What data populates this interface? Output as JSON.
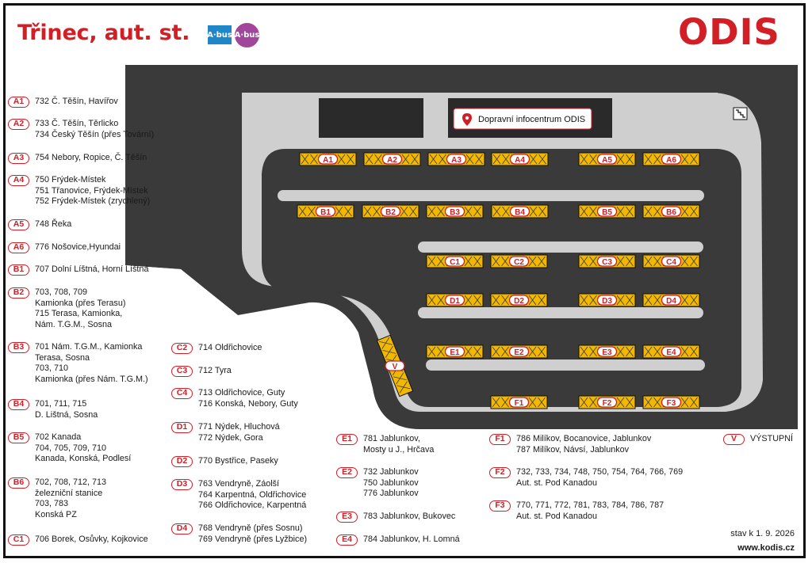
{
  "header": {
    "title": "Třinec, aut. st.",
    "abus_badges": [
      "A·bus",
      "A·bus"
    ],
    "logo": "ODIS"
  },
  "map": {
    "infocentrum_label": "Dopravní infocentrum ODIS",
    "stand_labels": [
      "A1",
      "A2",
      "A3",
      "A4",
      "A5",
      "A6",
      "B1",
      "B2",
      "B3",
      "B4",
      "B5",
      "B6",
      "C1",
      "C2",
      "C3",
      "C4",
      "D1",
      "D2",
      "D3",
      "D4",
      "E1",
      "E2",
      "E3",
      "E4",
      "F1",
      "F2",
      "F3",
      "V"
    ],
    "colors": {
      "road": "#3a3a3a",
      "island": "#cfcfcf",
      "stand": "#f2b800",
      "accent": "#d21f26"
    }
  },
  "legend": [
    {
      "code": "A1",
      "lines": [
        "732  Č. Těšín, Havířov"
      ]
    },
    {
      "code": "A2",
      "lines": [
        "733  Č. Těšín, Těrlicko",
        "734  Český Těšín (přes Tovární)"
      ]
    },
    {
      "code": "A3",
      "lines": [
        "754  Nebory, Ropice, Č. Těšín"
      ]
    },
    {
      "code": "A4",
      "lines": [
        "750  Frýdek-Místek",
        "751  Třanovice, Frýdek-Místek",
        "752  Frýdek-Místek (zrychlený)"
      ]
    },
    {
      "code": "A5",
      "lines": [
        "748  Řeka"
      ]
    },
    {
      "code": "A6",
      "lines": [
        "776  Nošovice,Hyundai"
      ]
    },
    {
      "code": "B1",
      "lines": [
        "707  Dolní Líštná, Horní Líštná"
      ]
    },
    {
      "code": "B2",
      "lines": [
        "703, 708, 709",
        "Kamionka (přes Terasu)",
        "715 Terasa, Kamionka,",
        "Nám. T.G.M., Sosna"
      ]
    },
    {
      "code": "B3",
      "lines": [
        "701  Nám. T.G.M., Kamionka",
        "Terasa, Sosna",
        "703, 710",
        "Kamionka (přes Nám. T.G.M.)"
      ]
    },
    {
      "code": "B4",
      "lines": [
        "701, 711, 715",
        "D. Lištná, Sosna"
      ]
    },
    {
      "code": "B5",
      "lines": [
        "702  Kanada",
        "704, 705, 709, 710",
        "Kanada, Konská, Podlesí"
      ]
    },
    {
      "code": "B6",
      "lines": [
        "702, 708, 712, 713",
        "železniční stanice",
        "703, 783",
        "Konská PZ"
      ]
    },
    {
      "code": "C1",
      "lines": [
        "706  Borek, Osůvky, Kojkovice"
      ]
    },
    {
      "code": "C2",
      "lines": [
        "714  Oldřichovice"
      ]
    },
    {
      "code": "C3",
      "lines": [
        "712  Tyra"
      ]
    },
    {
      "code": "C4",
      "lines": [
        "713  Oldřichovice, Guty",
        "716  Konská, Nebory, Guty"
      ]
    },
    {
      "code": "D1",
      "lines": [
        "771  Nýdek, Hluchová",
        "772  Nýdek, Gora"
      ]
    },
    {
      "code": "D2",
      "lines": [
        "770  Bystřice, Paseky"
      ]
    },
    {
      "code": "D3",
      "lines": [
        "763  Vendryně, Záolší",
        "764  Karpentná, Oldřichovice",
        "766  Oldřichovice, Karpentná"
      ]
    },
    {
      "code": "D4",
      "lines": [
        "768  Vendryně (přes Sosnu)",
        "769  Vendryně (přes Lyžbice)"
      ]
    },
    {
      "code": "E1",
      "lines": [
        "781  Jablunkov,",
        "Mosty u J., Hrčava"
      ]
    },
    {
      "code": "E2",
      "lines": [
        "732  Jablunkov",
        "750  Jablunkov",
        "776  Jablunkov"
      ]
    },
    {
      "code": "E3",
      "lines": [
        "783  Jablunkov, Bukovec"
      ]
    },
    {
      "code": "E4",
      "lines": [
        "784  Jablunkov, H. Lomná"
      ]
    },
    {
      "code": "F1",
      "lines": [
        "786  Milíkov, Bocanovice, Jablunkov",
        "787  Milíkov, Návsí, Jablunkov"
      ]
    },
    {
      "code": "F2",
      "lines": [
        "732, 733, 734, 748, 750, 754, 764, 766, 769",
        "Aut. st. Pod Kanadou"
      ]
    },
    {
      "code": "F3",
      "lines": [
        "770, 771, 772, 781, 783, 784, 786, 787",
        "Aut. st. Pod Kanadou"
      ]
    },
    {
      "code": "V",
      "lines": [
        "VÝSTUPNÍ"
      ]
    }
  ],
  "footer": {
    "validity": "stav k 1. 9. 2026",
    "website": "www.kodis.cz"
  }
}
